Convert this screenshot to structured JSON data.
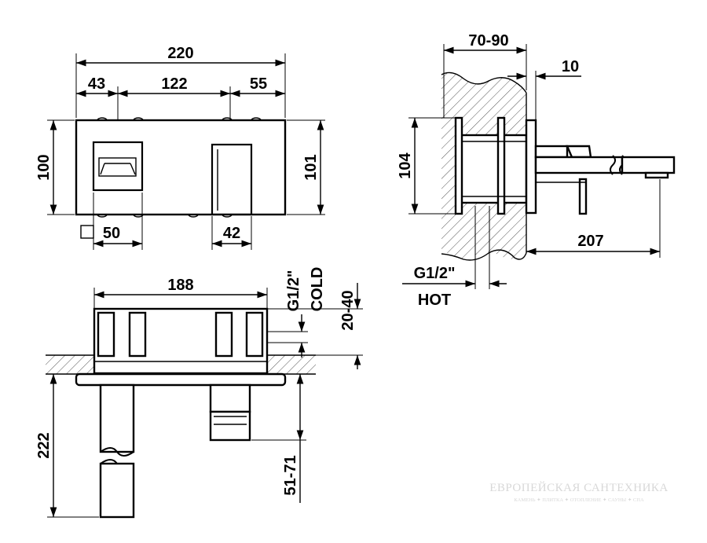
{
  "front_view": {
    "overall_width": "220",
    "left_offset": "43",
    "center_spacing": "122",
    "right_offset": "55",
    "height_left": "100",
    "height_right": "101",
    "square_size": "50",
    "spout_width": "42"
  },
  "side_view": {
    "wall_depth": "70-90",
    "plate_thickness": "10",
    "body_height": "104",
    "projection": "207",
    "hot_thread": "G1/2\"",
    "hot_label": "HOT"
  },
  "top_view": {
    "body_width": "188",
    "cold_thread": "G1/2\"",
    "cold_label": "COLD",
    "embed_depth": "20-40",
    "total_height": "222",
    "spout_range": "51-71"
  },
  "watermark": {
    "title": "ЕВРОПЕЙСКАЯ САНТЕХНИКА",
    "subtitle": "КАМЕНЬ ✦ ПЛИТКА ✦ ОТОПЛЕНИЕ ✦ САУНЫ ✦ СПА"
  }
}
